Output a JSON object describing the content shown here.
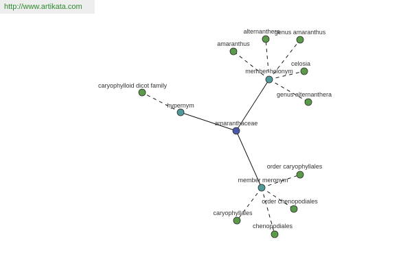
{
  "watermark": "http://www.artikata.com",
  "colors": {
    "center": "#4a5aa8",
    "relation": "#4f9a98",
    "leaf": "#5a9a4a",
    "stroke": "#2a2a2a",
    "watermark_text": "#2f8a2f"
  },
  "graph": {
    "center": "amaranthaceae",
    "relations": [
      {
        "label": "hypernym",
        "members": [
          "caryophylloid dicot family"
        ]
      },
      {
        "label": "member holonym",
        "members": [
          "alternanthera",
          "genus amaranthus",
          "amaranthus",
          "celosia",
          "genus alternanthera"
        ]
      },
      {
        "label": "member meronym",
        "members": [
          "order caryophyllales",
          "order chenopodiales",
          "caryophyllales",
          "chenopodiales"
        ]
      }
    ]
  }
}
